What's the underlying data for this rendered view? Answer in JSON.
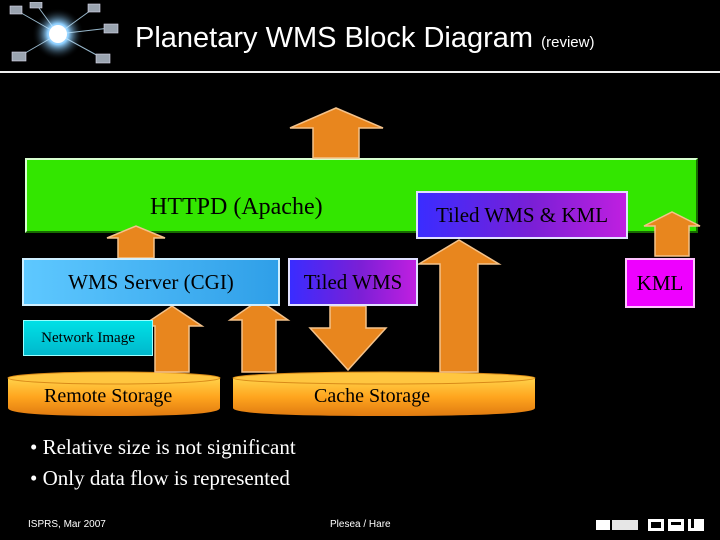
{
  "header": {
    "title": "Planetary WMS Block Diagram",
    "title_suffix": "(review)"
  },
  "diagram": {
    "httpd_label": "HTTPD (Apache)",
    "tiled_wms_kml": "Tiled WMS & KML",
    "wms_server": "WMS Server (CGI)",
    "tiled_wms": "Tiled WMS",
    "kml": "KML",
    "network_image": "Network Image",
    "remote_storage": "Remote Storage",
    "cache_storage": "Cache Storage"
  },
  "bullets": [
    "• Relative size is not significant",
    "• Only data flow is represented"
  ],
  "footer": {
    "left": "ISPRS, Mar 2007",
    "middle": "Plesea / Hare"
  },
  "colors": {
    "httpd": "#33e600",
    "wms_server": "#2f9fe8",
    "tiled": "#7a1fd6",
    "kml": "#ee00ff",
    "network": "#00c8d8",
    "storage": "#ffa020",
    "arrow": "#e8861e"
  },
  "icons": {
    "corner_logo": "network-globe-icon",
    "bottom_logos": "usgs-jpl-logos"
  }
}
